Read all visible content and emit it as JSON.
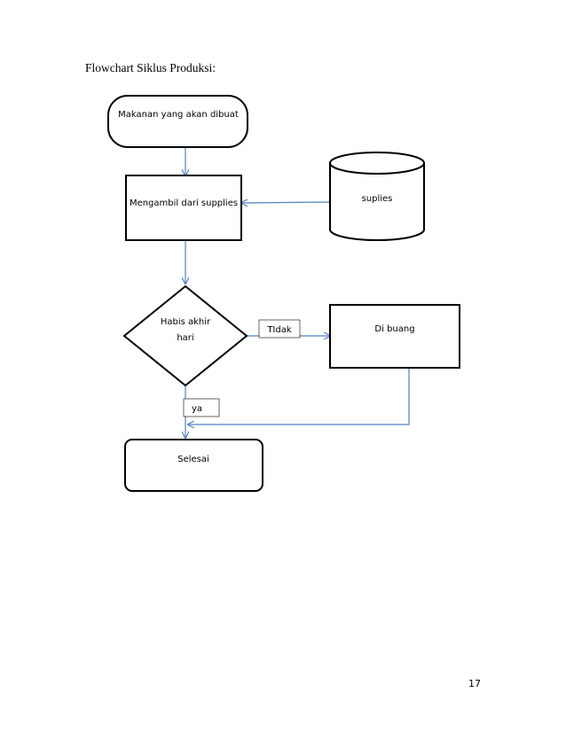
{
  "document": {
    "title": "Flowchart Siklus Produksi:",
    "page_number": "17"
  },
  "flowchart": {
    "start": "Makanan yang akan dibuat",
    "process": "Mengambil dari supplies",
    "storage": "suplies",
    "decision_line1": "Habis akhir",
    "decision_line2": "hari",
    "branch_no": "TIdak",
    "discard": "Di buang",
    "branch_yes": "ya",
    "end": "Selesai"
  },
  "colors": {
    "shape_stroke": "#000000",
    "connector": "#4f81bd"
  }
}
